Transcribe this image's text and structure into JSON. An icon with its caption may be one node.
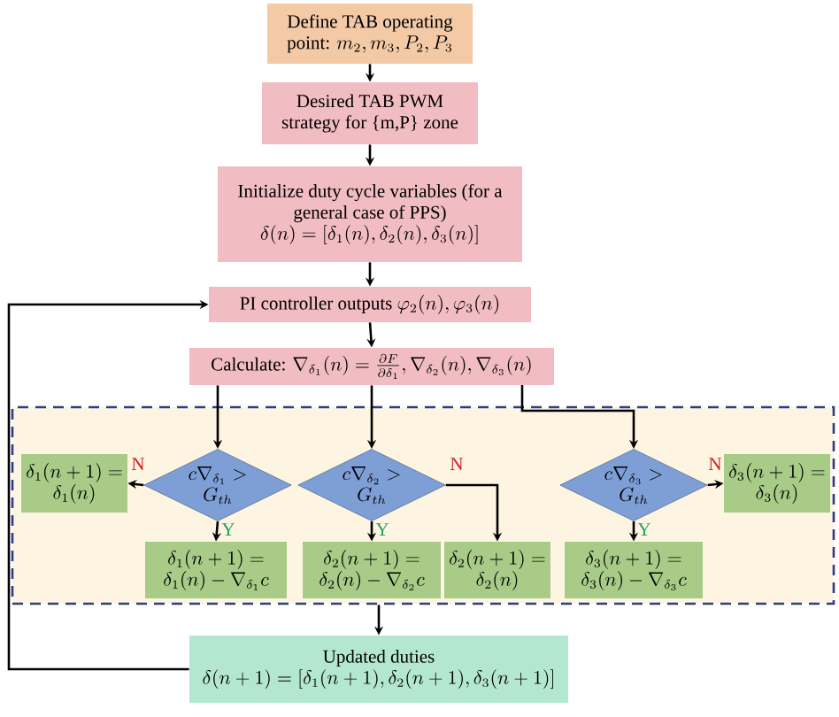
{
  "diagram": {
    "nodes": [
      {
        "text": [
          "Define TAB operating point:",
          "m_2, m_3, P_2, P_3"
        ]
      },
      {
        "text": [
          "Desired TAB PWM strategy for {m,P} zone"
        ]
      },
      {
        "text": [
          "Initialize duty cycle variables (for a general case of PPS)",
          "\\delta(n) = [\\delta_1(n), \\delta_2(n), \\delta_3(n)]"
        ]
      },
      {
        "text": [
          "PI controller outputs",
          "\\varphi_2(n), \\varphi_3(n)"
        ]
      },
      {
        "text": [
          "Calculate:",
          "\\nabla_{\\delta_1}(n) = \\frac{\\partial F}{\\partial \\delta_1}, \\nabla_{\\delta_2}(n), \\nabla_{\\delta_3}(n)"
        ]
      },
      {
        "text": [],
        "shape": "box"
      },
      {
        "text": [
          "c\\nabla_{\\delta_1} > G_{th}"
        ],
        "in": 5
      },
      {
        "text": [
          "\\delta_1(n+1) = \\delta_1(n)"
        ],
        "in": 5
      },
      {
        "text": [
          "\\delta_1(n+1) = \\delta_1(n) - \\nabla_{\\delta_1} c"
        ],
        "in": 5
      },
      {
        "text": [
          "c\\nabla_{\\delta_2} > G_{th}"
        ],
        "in": 5
      },
      {
        "text": [
          "\\delta_2(n+1) = \\delta_2(n) - \\nabla_{\\delta_2} c"
        ],
        "in": 5
      },
      {
        "text": [
          "\\delta_2(n+1) = \\delta_2(n)"
        ],
        "in": 5
      },
      {
        "text": [
          "c\\nabla_{\\delta_3} > G_{th}"
        ],
        "in": 5
      },
      {
        "text": [
          "\\delta_3(n+1) = \\delta_3(n)"
        ],
        "in": 5
      },
      {
        "text": [
          "\\delta_3(n+1) = \\delta_3(n) - \\nabla_{\\delta_3} c"
        ],
        "in": 5
      },
      {
        "text": [
          "Updated duties",
          "\\delta(n+1) = [\\delta_1(n+1), \\delta_2(n+1), \\delta_3(n+1)]"
        ]
      }
    ],
    "edges": [
      {
        "from": 0,
        "to": 1,
        "arrow": "to"
      },
      {
        "from": 1,
        "to": 2,
        "arrow": "to"
      },
      {
        "from": 2,
        "to": 3,
        "arrow": "to"
      },
      {
        "from": 3,
        "to": 4,
        "arrow": "to"
      },
      {
        "from": 4,
        "to": 6,
        "arrow": "to"
      },
      {
        "from": 4,
        "to": 9,
        "arrow": "to"
      },
      {
        "from": 4,
        "to": 12,
        "arrow": "to"
      },
      {
        "from": 6,
        "to": 7,
        "arrow": "to",
        "label": "N"
      },
      {
        "from": 6,
        "to": 8,
        "arrow": "to",
        "label": "Y"
      },
      {
        "from": 9,
        "to": 10,
        "arrow": "to",
        "label": "Y"
      },
      {
        "from": 9,
        "to": 11,
        "arrow": "to",
        "label": "N"
      },
      {
        "from": 12,
        "to": 13,
        "arrow": "to",
        "label": "N"
      },
      {
        "from": 12,
        "to": 14,
        "arrow": "to",
        "label": "Y"
      },
      {
        "from": 5,
        "to": 15,
        "arrow": "to"
      },
      {
        "from": 15,
        "to": 3,
        "arrow": "to"
      }
    ]
  }
}
